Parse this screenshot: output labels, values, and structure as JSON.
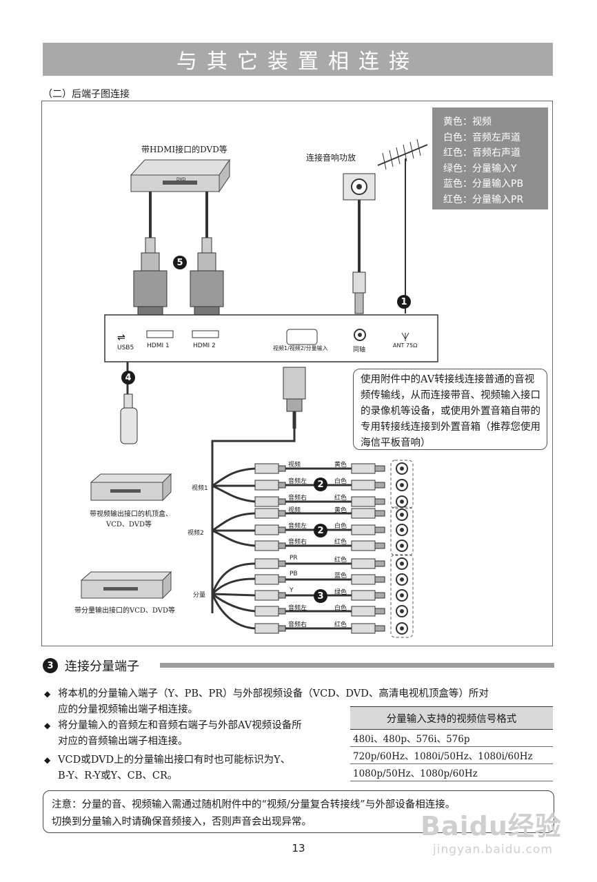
{
  "header": {
    "title": "与其它装置相连接"
  },
  "section_label": "（二）后端子图连接",
  "color_legend": [
    "黄色：视频",
    "白色：音频左声道",
    "红色：音频右声道",
    "绿色：分量输入Y",
    "蓝色：分量输入PB",
    "红色：分量输入PR"
  ],
  "diagram": {
    "dvd_hdmi_label": "带HDMI接口的DVD等",
    "amp_label": "连接音响功放",
    "ports": {
      "usb": "USB5",
      "hdmi1": "HDMI 1",
      "hdmi2": "HDMI 2",
      "vga": "视频1/视频2/分量输入",
      "coax": "同轴",
      "ant": "ANT 75Ω"
    },
    "badges": {
      "b1": "1",
      "b2": "2",
      "b3": "3",
      "b4": "4",
      "b5": "5"
    },
    "av_device_label_1": "带视频输出接口的机顶盒、",
    "av_device_label_2": "VCD、DVD等",
    "comp_device_label": "带分量输出接口的VCD、DVD等",
    "group_video1": "视频1",
    "group_video2": "视频2",
    "group_component": "分量",
    "dvd_logo": "DVD",
    "cables": [
      {
        "left": "视频",
        "right": "黄色"
      },
      {
        "left": "音频左",
        "right": "白色"
      },
      {
        "left": "音频右",
        "right": "红色"
      },
      {
        "left": "视频",
        "right": "黄色"
      },
      {
        "left": "音频左",
        "right": "白色"
      },
      {
        "left": "音频右",
        "right": "红色"
      },
      {
        "left": "PR",
        "right": "红色"
      },
      {
        "left": "PB",
        "right": "蓝色"
      },
      {
        "left": "Y",
        "right": "绿色"
      },
      {
        "left": "音频左",
        "right": "白色"
      },
      {
        "left": "音频右",
        "right": "红色"
      }
    ]
  },
  "note_box": "使用附件中的AV转接线连接普通的音视频传输线，从而连接带音、视频输入接口的录像机等设备，或使用外置音箱自带的专用转接线连接到外置音箱（推荐您使用海信平板音响）",
  "section3": {
    "number": "3",
    "heading": "连接分量端子",
    "bullets": [
      {
        "line1": "将本机的分量输入端子（Y、PB、PR）与外部视频设备（VCD、DVD、高清电视机顶盒等）所对",
        "line2": "应的分量视频输出端子相连接。"
      },
      {
        "line1": "将分量输入的音频左和音频右端子与外部AV视频设备所",
        "line2": "对应的音频输出端子相连接。"
      },
      {
        "line1": "VCD或DVD上的分量输出接口有时也可能标识为Y、",
        "line2": "B-Y、R-Y或Y、CB、CR。"
      }
    ],
    "bullet_mark": "◆"
  },
  "format_table": {
    "header": "分量输入支持的视频信号格式",
    "rows": [
      "480i、480p、576i、576p",
      "720p/60Hz、1080i/50Hz、1080i/60Hz",
      "1080p/50Hz、1080p/60Hz"
    ]
  },
  "notice": {
    "line1": "注意：分量的音、视频输入需通过随机附件中的“视频/分量复合转接线”与外部设备相连接。",
    "line2": "切换到分量输入时请确保音频接入，否则声音会出现异常。"
  },
  "page_number": "13",
  "watermark": {
    "brand": "Baidu经验",
    "url": "jingyan.baidu.com"
  }
}
